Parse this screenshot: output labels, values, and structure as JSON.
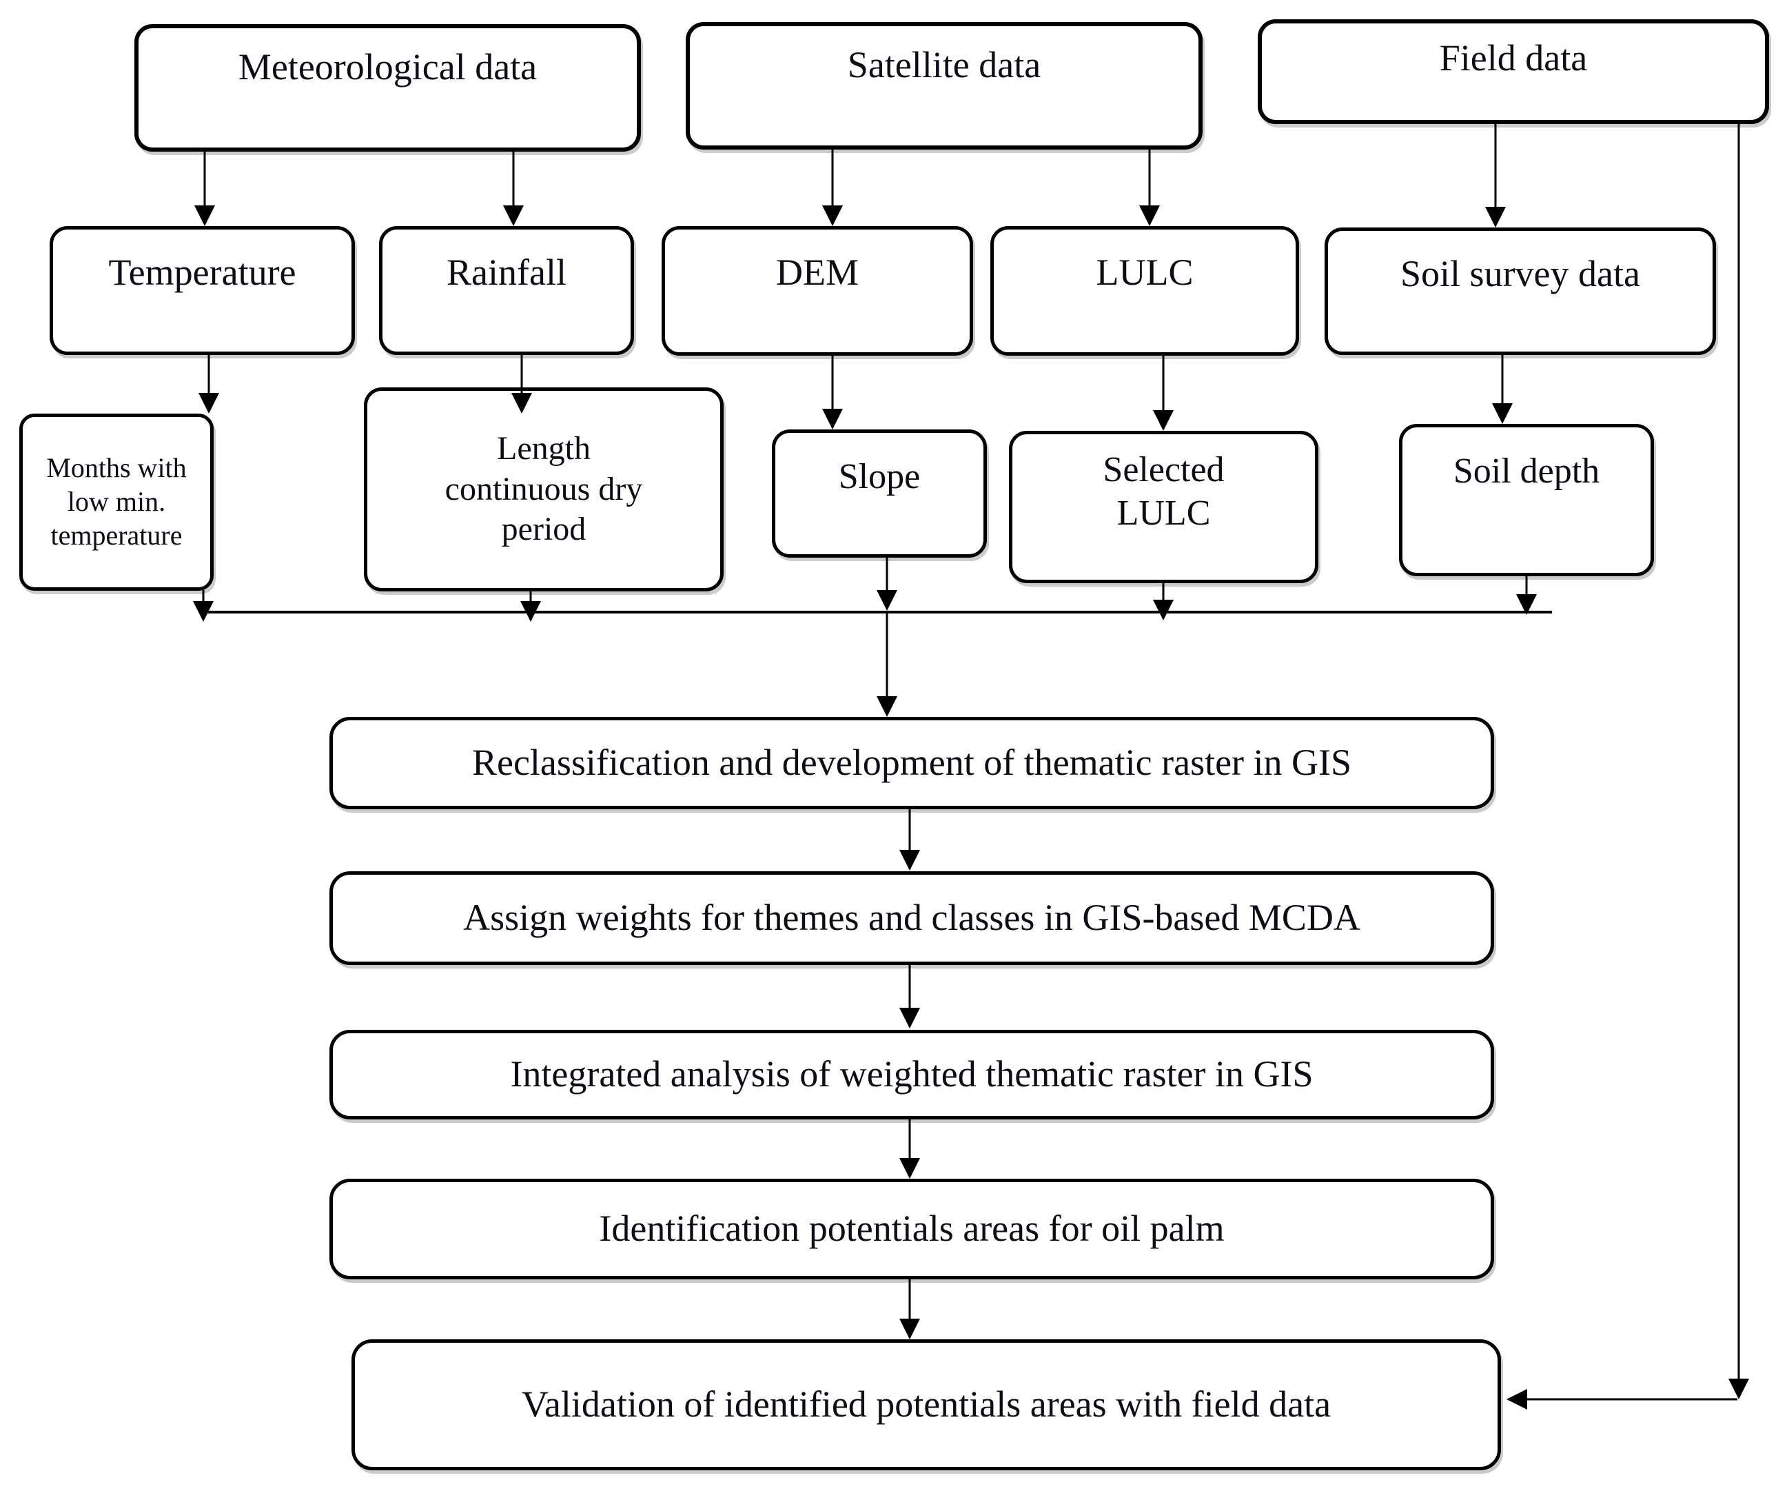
{
  "nodes": {
    "meteorological": {
      "label": "Meteorological data"
    },
    "satellite": {
      "label": "Satellite data"
    },
    "field": {
      "label": "Field data"
    },
    "temperature": {
      "label": "Temperature"
    },
    "rainfall": {
      "label": "Rainfall"
    },
    "dem": {
      "label": "DEM"
    },
    "lulc": {
      "label": "LULC"
    },
    "soil_survey": {
      "label": "Soil survey data"
    },
    "months_low_min_temp": {
      "label": "Months with\nlow min.\ntemperature"
    },
    "length_dry_period": {
      "label": "Length\ncontinuous dry\nperiod"
    },
    "slope": {
      "label": "Slope"
    },
    "selected_lulc": {
      "label": "Selected\nLULC"
    },
    "soil_depth": {
      "label": "Soil depth"
    },
    "reclassification": {
      "label": "Reclassification and development of thematic raster in GIS"
    },
    "assign_weights": {
      "label": "Assign weights for themes and classes in GIS-based MCDA"
    },
    "integrated_analysis": {
      "label": "Integrated analysis of weighted thematic raster in GIS"
    },
    "identification": {
      "label": "Identification potentials areas for oil palm"
    },
    "validation": {
      "label": "Validation of identified potentials areas with field data"
    }
  },
  "edges": [
    {
      "from": "meteorological",
      "to": "temperature"
    },
    {
      "from": "meteorological",
      "to": "rainfall"
    },
    {
      "from": "satellite",
      "to": "dem"
    },
    {
      "from": "satellite",
      "to": "lulc"
    },
    {
      "from": "field",
      "to": "soil_survey"
    },
    {
      "from": "temperature",
      "to": "months_low_min_temp"
    },
    {
      "from": "rainfall",
      "to": "length_dry_period"
    },
    {
      "from": "dem",
      "to": "slope"
    },
    {
      "from": "lulc",
      "to": "selected_lulc"
    },
    {
      "from": "soil_survey",
      "to": "soil_depth"
    },
    {
      "from": "months_low_min_temp",
      "to": "reclassification"
    },
    {
      "from": "length_dry_period",
      "to": "reclassification"
    },
    {
      "from": "slope",
      "to": "reclassification"
    },
    {
      "from": "selected_lulc",
      "to": "reclassification"
    },
    {
      "from": "soil_depth",
      "to": "reclassification"
    },
    {
      "from": "reclassification",
      "to": "assign_weights"
    },
    {
      "from": "assign_weights",
      "to": "integrated_analysis"
    },
    {
      "from": "integrated_analysis",
      "to": "identification"
    },
    {
      "from": "identification",
      "to": "validation"
    },
    {
      "from": "field",
      "to": "validation"
    }
  ],
  "colors": {
    "background": "#ffffff",
    "line": "#000000",
    "box_border": "#000000",
    "text": "#0d0d15"
  }
}
